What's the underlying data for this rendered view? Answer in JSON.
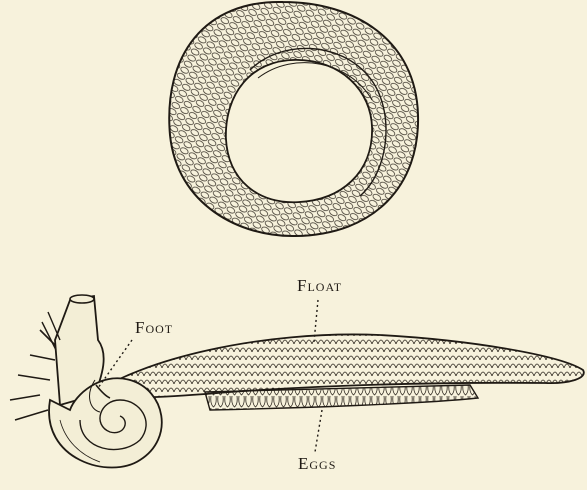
{
  "labels": {
    "foot": "Foot",
    "float": "Float",
    "eggs": "Eggs"
  },
  "colors": {
    "paper": "#f7f2dc",
    "ink": "#1f1a14"
  }
}
